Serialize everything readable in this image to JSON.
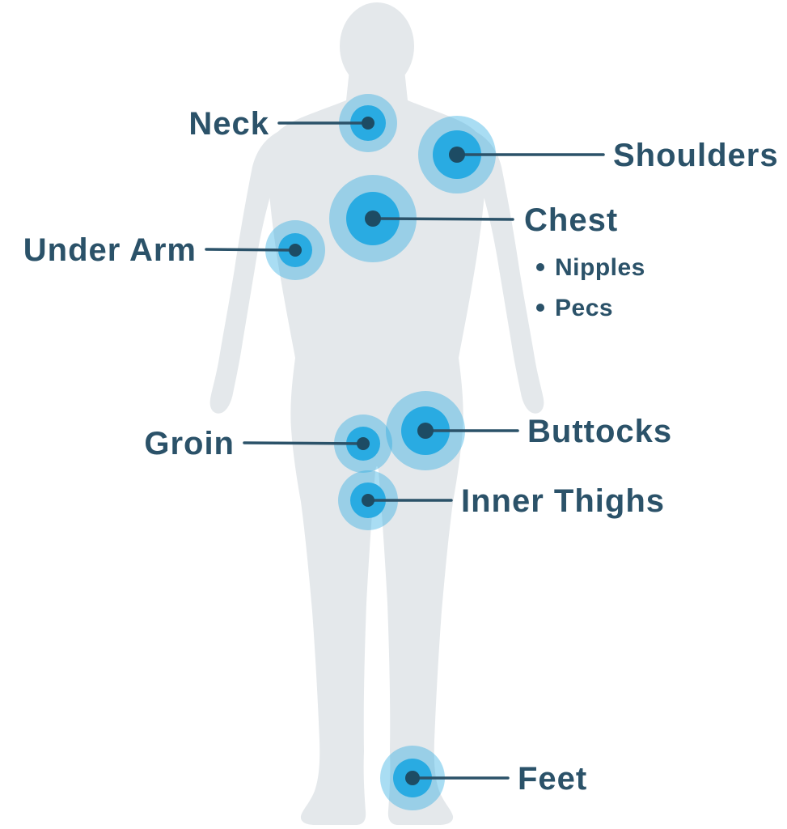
{
  "colors": {
    "background": "#ffffff",
    "silhouette": "#e4e8eb",
    "accent": "#29abe2",
    "dot": "#1d4c64",
    "line": "#2b5269",
    "text": "#2b5269"
  },
  "markers": [
    {
      "id": "neck",
      "label": "Neck"
    },
    {
      "id": "shoulders",
      "label": "Shoulders"
    },
    {
      "id": "chest",
      "label": "Chest",
      "sub_items": [
        "Nipples",
        "Pecs"
      ]
    },
    {
      "id": "under-arm",
      "label": "Under Arm"
    },
    {
      "id": "groin",
      "label": "Groin"
    },
    {
      "id": "buttocks",
      "label": "Buttocks"
    },
    {
      "id": "inner-thighs",
      "label": "Inner Thighs"
    },
    {
      "id": "feet",
      "label": "Feet"
    }
  ]
}
